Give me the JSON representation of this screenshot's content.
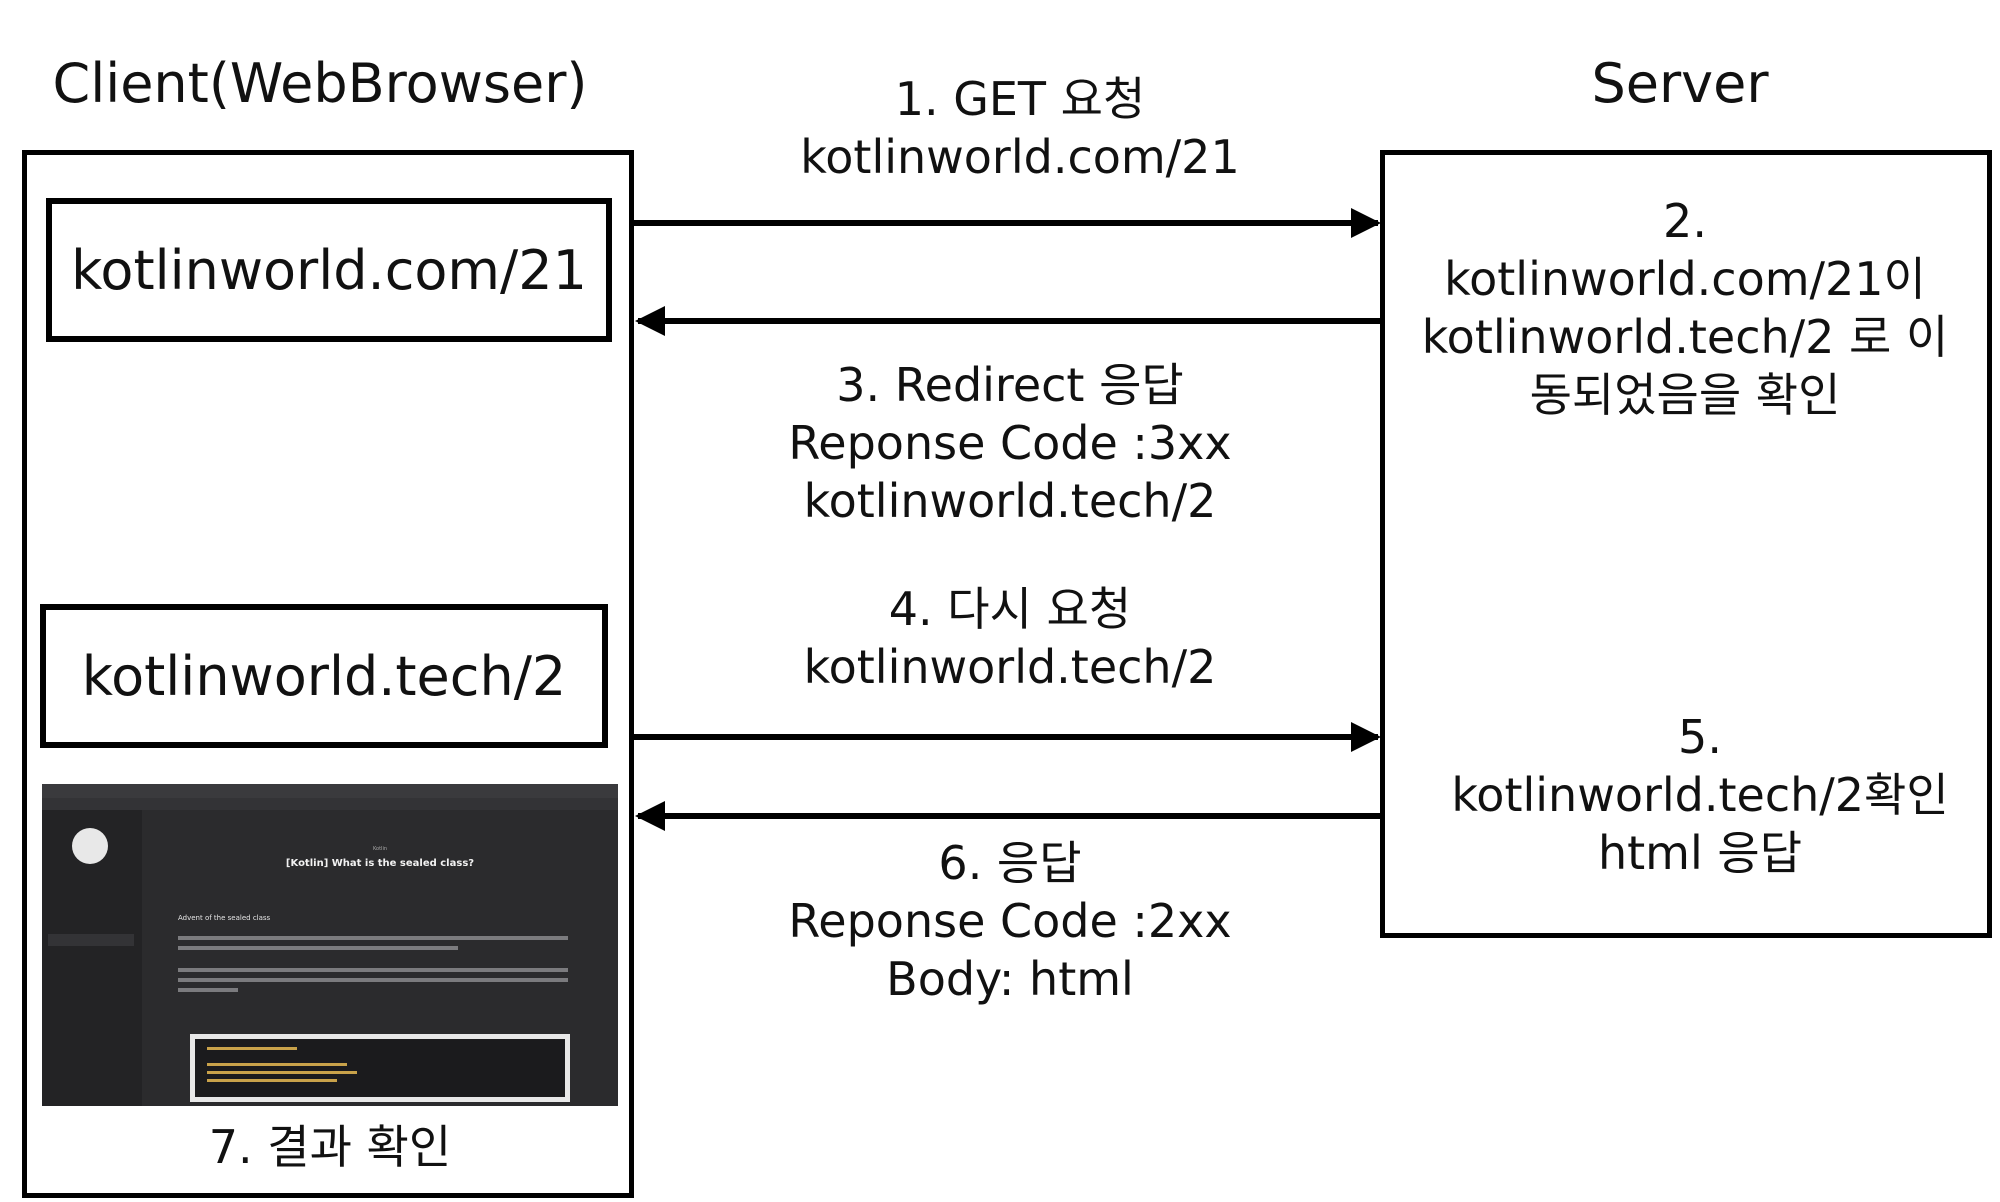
{
  "client": {
    "title": "Client(WebBrowser)"
  },
  "server": {
    "title": "Server"
  },
  "url_boxes": {
    "first": "kotlinworld.com/21",
    "second": "kotlinworld.tech/2"
  },
  "steps": {
    "s1": "1. GET 요청\nkotlinworld.com/21",
    "s2": "2.\nkotlinworld.com/21이\nkotlinworld.tech/2 로 이\n동되었음을 확인",
    "s3": "3. Redirect 응답\nReponse Code :3xx\nkotlinworld.tech/2",
    "s4": "4. 다시 요청\nkotlinworld.tech/2",
    "s5": "5.\nkotlinworld.tech/2확인\nhtml 응답",
    "s6": "6. 응답\nReponse Code :2xx\nBody: html",
    "s7": "7. 결과 확인"
  },
  "screenshot": {
    "post_category": "Kotlin",
    "post_title": "[Kotlin] What is the sealed class?",
    "section_heading": "Advent of the sealed class"
  }
}
